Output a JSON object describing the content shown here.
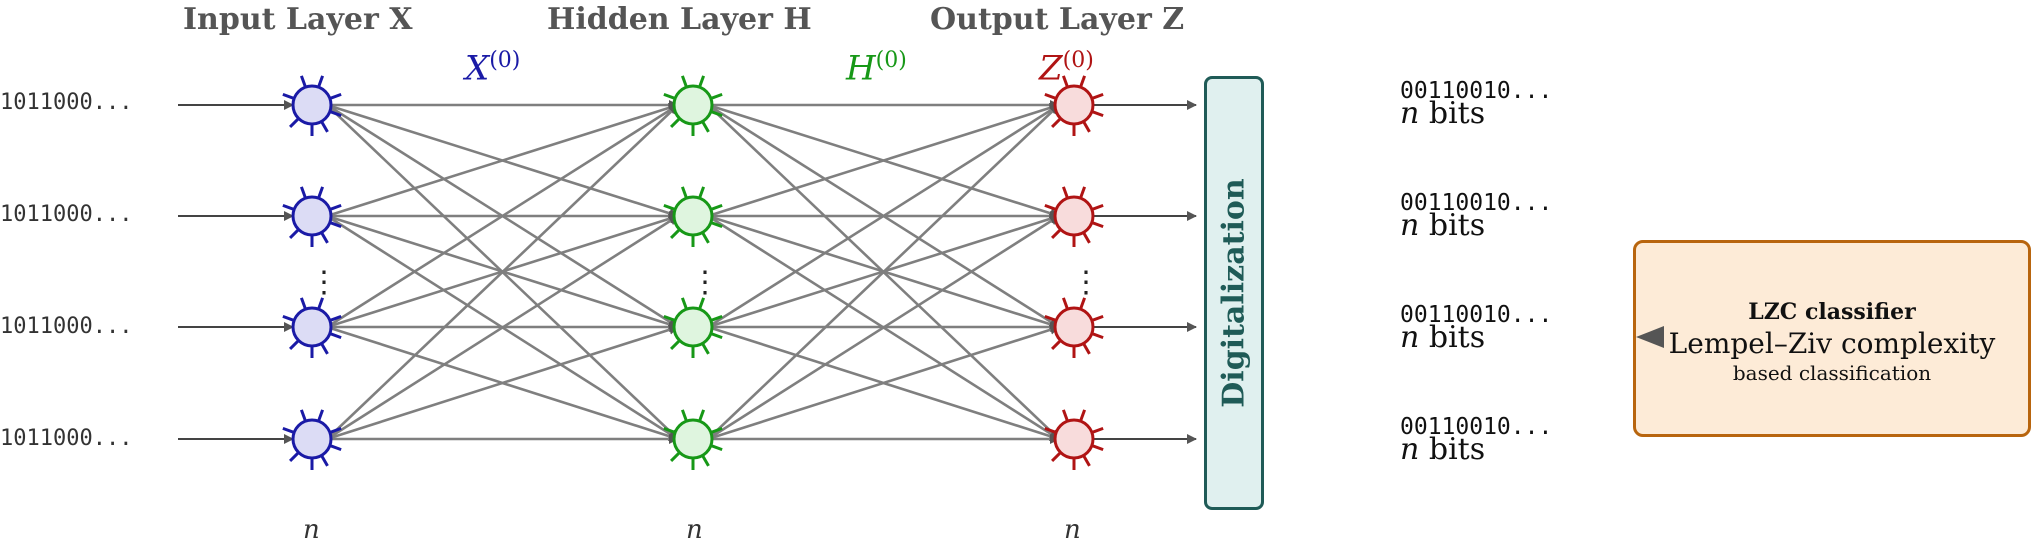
{
  "layers": [
    {
      "title": "Input Layer X",
      "size_label": "n",
      "color": "#1a1aa6",
      "fill": "#dcdcf5"
    },
    {
      "title": "Hidden Layer H",
      "size_label": "n",
      "color": "#179817",
      "fill": "#dff5df"
    },
    {
      "title": "Output Layer Z",
      "size_label": "n",
      "color": "#b01414",
      "fill": "#f8dcdc"
    }
  ],
  "edge_labels": [
    {
      "base": "X",
      "sup": "(0)",
      "color": "#1a1aa6"
    },
    {
      "base": "H",
      "sup": "(0)",
      "color": "#179817"
    },
    {
      "base": "Z",
      "sup": "(0)",
      "color": "#b01414"
    }
  ],
  "inputs": [
    "1011000...",
    "1011000...",
    "1011000...",
    "1011000..."
  ],
  "digitalization": {
    "label": "Digitalization"
  },
  "outputs": [
    {
      "bits": "00110010...",
      "n": "n",
      "unit": "bits"
    },
    {
      "bits": "00110010...",
      "n": "n",
      "unit": "bits"
    },
    {
      "bits": "00110010...",
      "n": "n",
      "unit": "bits"
    },
    {
      "bits": "00110010...",
      "n": "n",
      "unit": "bits"
    }
  ],
  "classifier": {
    "title": "LZC classifier",
    "subtitle": "Lempel–Ziv complexity",
    "subtitle2": "based classification"
  },
  "ellipsis": "⋮",
  "colors": {
    "edge": "#7f7f7f",
    "arrow": "#555555"
  }
}
